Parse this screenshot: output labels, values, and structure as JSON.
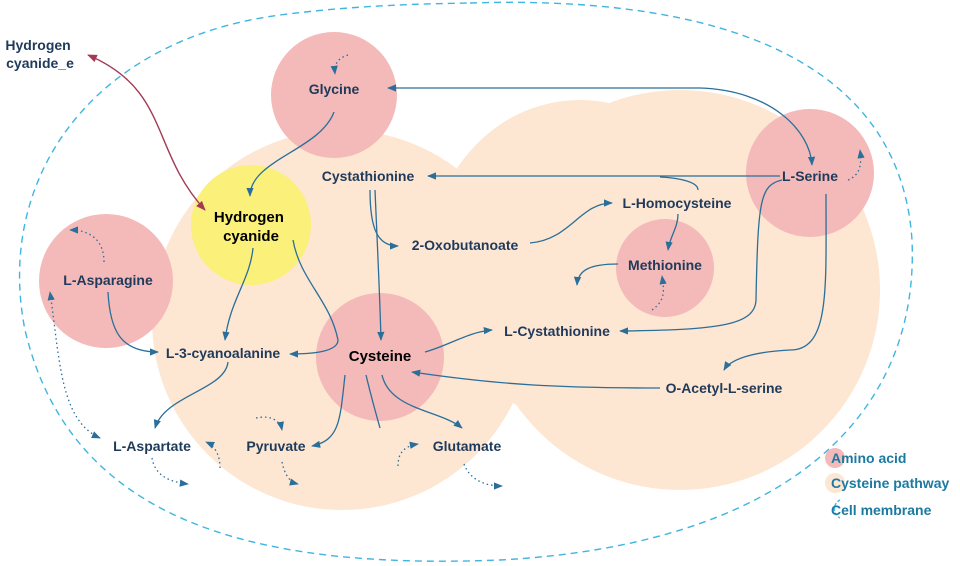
{
  "nodes": {
    "hydrogen_cyanide_e": [
      "Hydrogen",
      "cyanide_e"
    ],
    "hydrogen_cyanide": [
      "Hydrogen",
      "cyanide"
    ],
    "glycine": "Glycine",
    "cystathionine": "Cystathionine",
    "l_serine": "L-Serine",
    "l_homocysteine": "L-Homocysteine",
    "oxobutanoate": "2-Oxobutanoate",
    "methionine": "Methionine",
    "l_asparagine": "L-Asparagine",
    "cyanoalanine": "L-3-cyanoalanine",
    "cysteine": "Cysteine",
    "l_cystathionine": "L-Cystathionine",
    "o_acetyl_l_serine": "O-Acetyl-L-serine",
    "l_aspartate": "L-Aspartate",
    "pyruvate": "Pyruvate",
    "glutamate": "Glutamate"
  },
  "legend": {
    "amino_acid": "Amino acid",
    "cysteine_pathway": "Cysteine pathway",
    "cell_membrane": "Cell membrane"
  },
  "colors": {
    "amino_acid": "#f4b9b9",
    "pathway": "#fde6d2",
    "highlight": "#faf07a",
    "membrane": "#3fb5e0",
    "arrow": "#2a6f9a",
    "exchange_arrow": "#a23a55",
    "label": "#1f3a5a",
    "legend_text": "#1c7aa0"
  }
}
